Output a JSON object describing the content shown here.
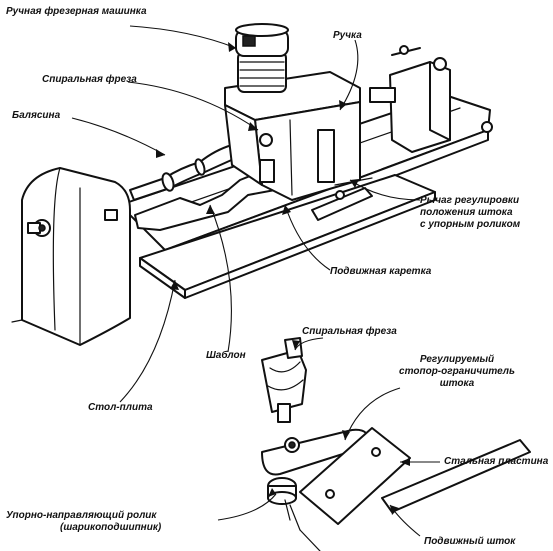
{
  "labels": {
    "router": "Ручная фрезерная машинка",
    "handle": "Ручка",
    "spiral_cutter_top": "Спиральная фреза",
    "baluster": "Балясина",
    "lever_line1": "Рычаг регулировки",
    "lever_line2": "положения штока",
    "lever_line3": "с упорным роликом",
    "carriage": "Подвижная каретка",
    "template": "Шаблон",
    "table_plate": "Стол-плита",
    "spiral_cutter_detail": "Спиральная фреза",
    "stop_line1": "Регулируемый",
    "stop_line2": "стопор-ограничитель",
    "stop_line3": "штока",
    "steel_plate": "Стальная пластина",
    "roller_line1": "Упорно-направляющий ролик",
    "roller_line2": "(шарикоподшипник)",
    "movable_rod": "Подвижный шток"
  },
  "colors": {
    "ink": "#111111",
    "background": "#ffffff"
  }
}
